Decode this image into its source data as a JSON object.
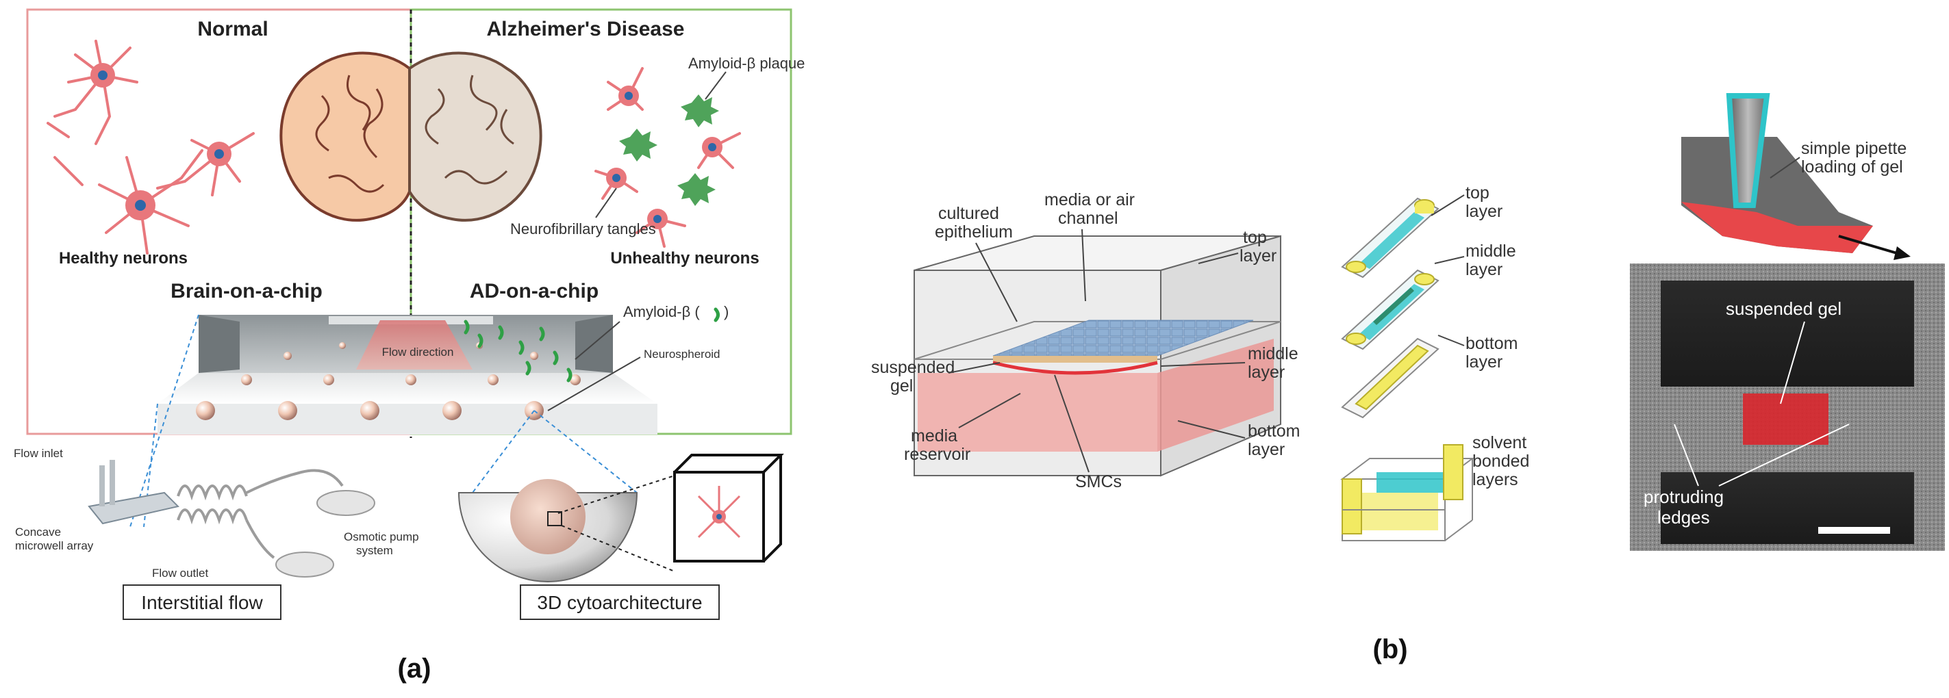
{
  "panel_a": {
    "normal_title": "Normal",
    "ad_title": "Alzheimer's Disease",
    "healthy_neurons": "Healthy neurons",
    "unhealthy_neurons": "Unhealthy neurons",
    "amyloid_plaque": "Amyloid-β plaque",
    "neurofibrillary": "Neurofibrillary tangles",
    "brain_chip": "Brain-on-a-chip",
    "ad_chip": "AD-on-a-chip",
    "amyloid_beta": "Amyloid-β (",
    "amyloid_close": ")",
    "flow_direction": "Flow direction",
    "neurospheroid": "Neurospheroid",
    "flow_inlet": "Flow inlet",
    "concave": "Concave",
    "microwell": "microwell array",
    "flow_outlet": "Flow outlet",
    "osmotic": "Osmotic pump",
    "system": "system",
    "interstitial": "Interstitial flow",
    "cyto": "3D cytoarchitecture",
    "caption": "(a)"
  },
  "panel_b": {
    "cultured_1": "cultured",
    "cultured_2": "epithelium",
    "media_air_1": "media or air",
    "media_air_2": "channel",
    "top_1": "top",
    "top_2": "layer",
    "suspended_1": "suspended",
    "suspended_2": "gel",
    "middle_1": "middle",
    "middle_2": "layer",
    "bottom_1": "bottom",
    "bottom_2": "layer",
    "media_res_1": "media",
    "media_res_2": "reservoir",
    "smcs": "SMCs",
    "ex_top_1": "top",
    "ex_top_2": "layer",
    "ex_mid_1": "middle",
    "ex_mid_2": "layer",
    "ex_bot_1": "bottom",
    "ex_bot_2": "layer",
    "solvent_1": "solvent",
    "solvent_2": "bonded",
    "solvent_3": "layers",
    "pipette_1": "simple pipette",
    "pipette_2": "loading of gel",
    "micro_gel": "suspended gel",
    "protruding_1": "protruding",
    "protruding_2": "ledges",
    "caption": "(b)"
  },
  "colors": {
    "normal_border": "#e89b9b",
    "ad_border": "#8dc46f",
    "neuron": "#e8777c",
    "plaque": "#4fa35a",
    "brain": "#f6c9a6",
    "cyan": "#2ec4c9",
    "yellow": "#f2ea62",
    "red_gel": "#e2333a"
  }
}
